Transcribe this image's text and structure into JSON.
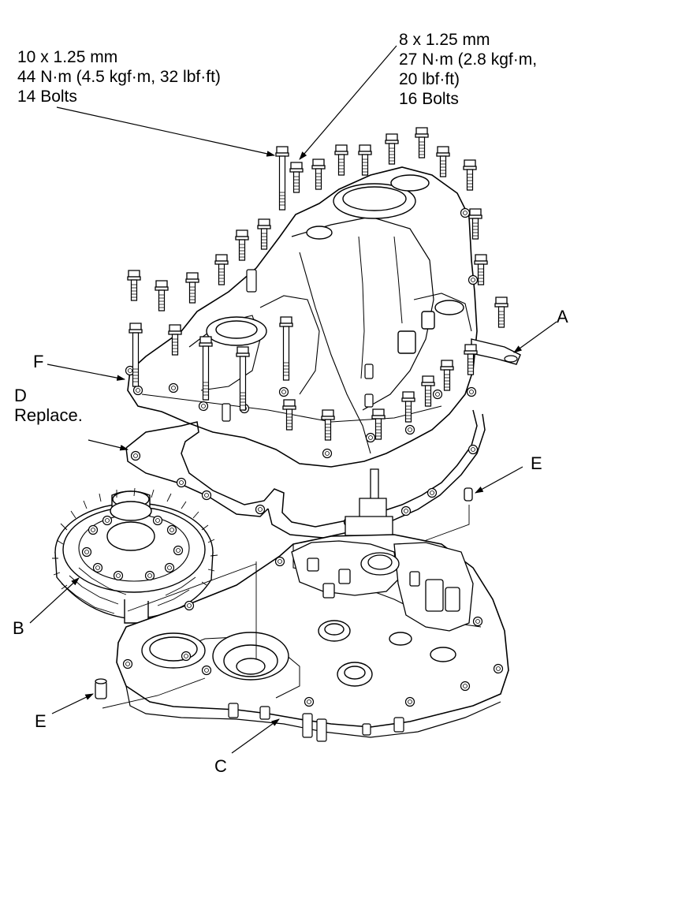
{
  "spec_left": {
    "size": "10 x 1.25 mm",
    "torque": "44 N·m (4.5 kgf·m, 32 lbf·ft)",
    "count": "14 Bolts"
  },
  "spec_right": {
    "size": "8 x 1.25 mm",
    "torque_line1": "27 N·m (2.8 kgf·m,",
    "torque_line2": "20 lbf·ft)",
    "count": "16 Bolts"
  },
  "callouts": {
    "A": "A",
    "B": "B",
    "C": "C",
    "D": "D",
    "D_note": "Replace.",
    "E_top": "E",
    "E_bottom": "E",
    "F": "F"
  }
}
